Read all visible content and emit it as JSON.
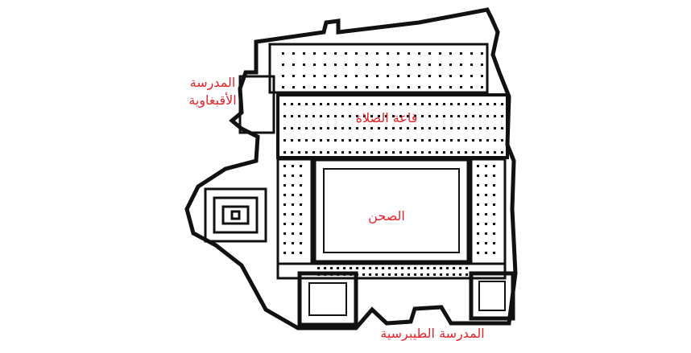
{
  "labels": {
    "madrasa_aqbughawiya_line1": "المدرسة",
    "madrasa_aqbughawiya_line2": "الأقبغاوية",
    "prayer_hall": "قاعة الصلاة",
    "courtyard": "الصحن",
    "madrasa_taybarsiya": "المدرسة الطيبرسية"
  },
  "colors": {
    "label": "#e3242b",
    "wall": "#111111",
    "background": "#ffffff"
  }
}
